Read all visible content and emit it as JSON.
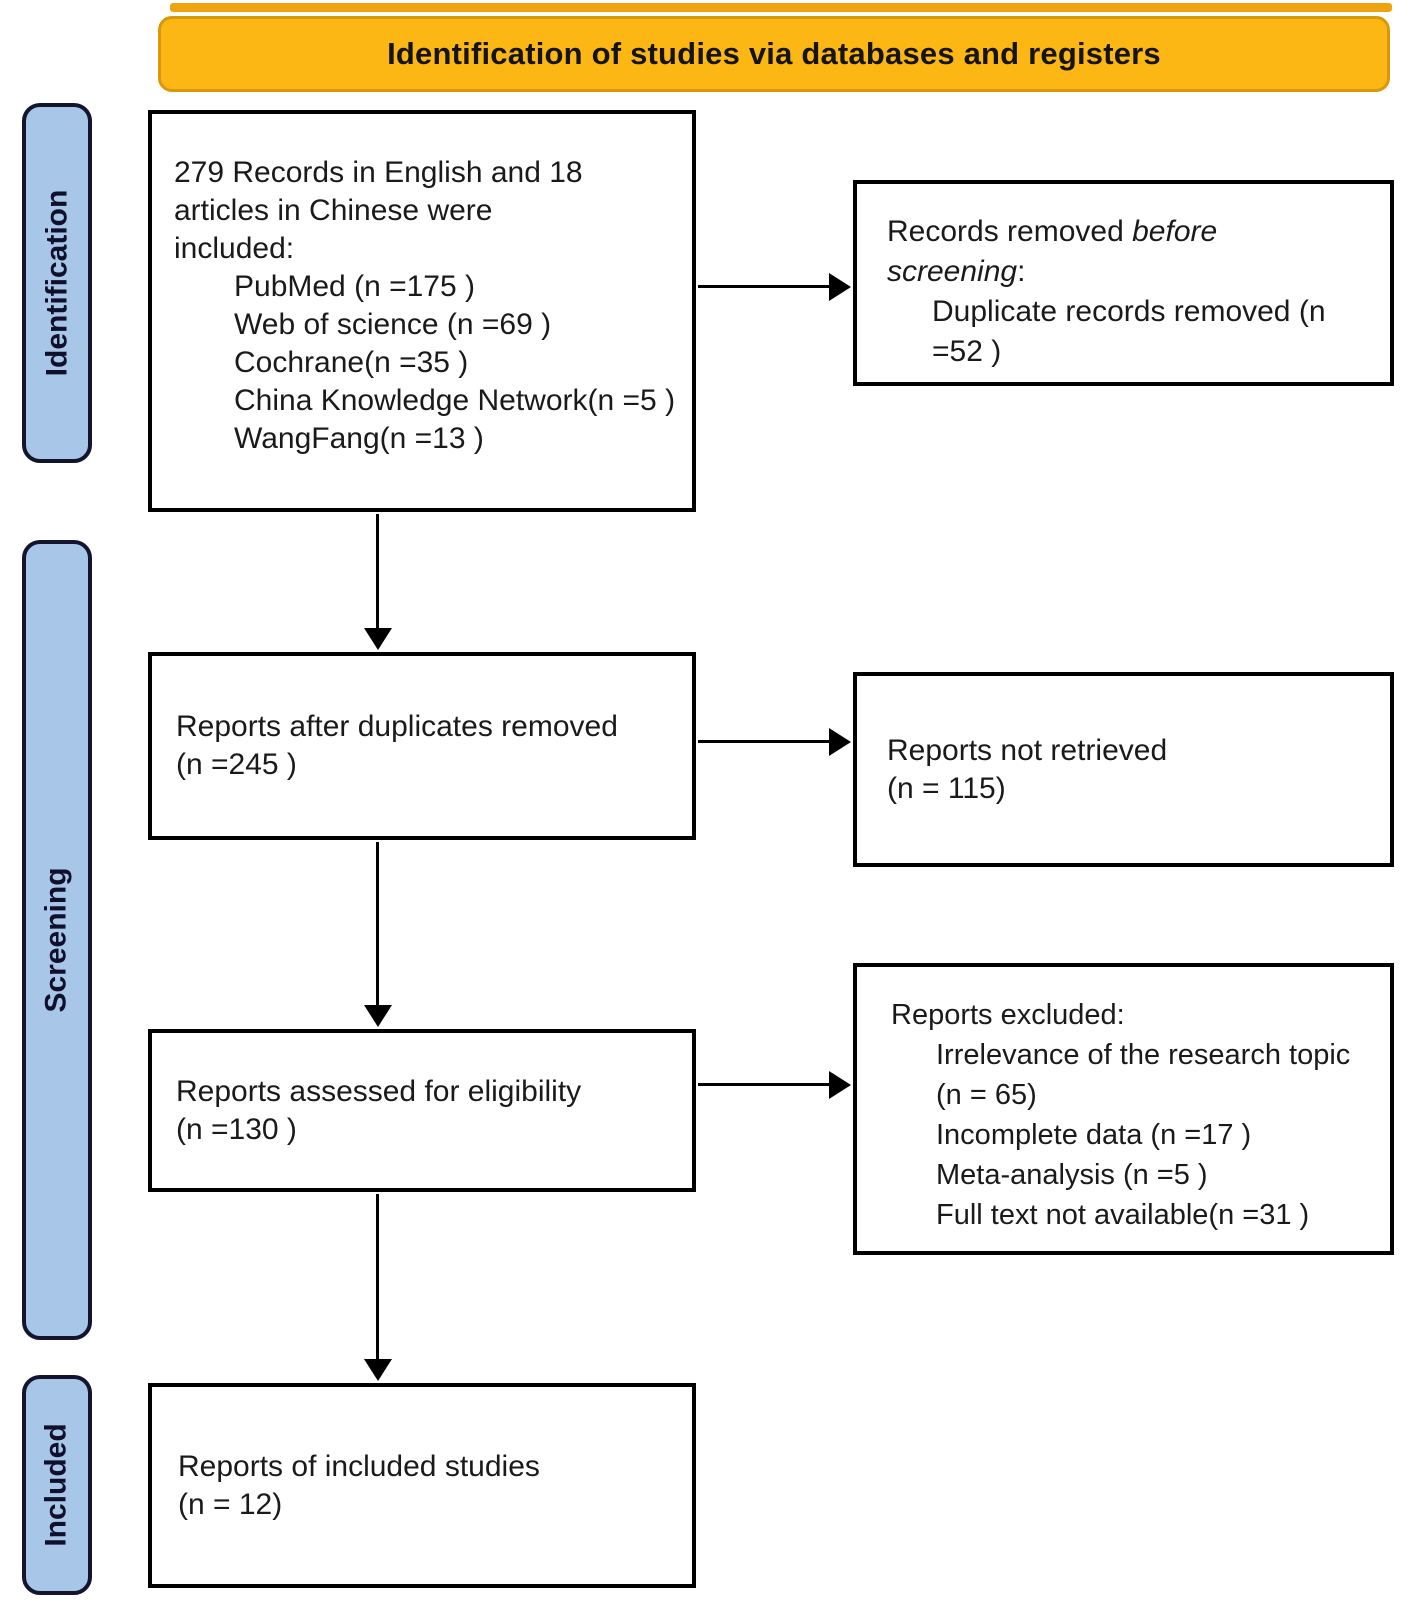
{
  "banner": {
    "title": "Identification of studies via databases and registers"
  },
  "stages": {
    "identification": "Identification",
    "screening": "Screening",
    "included": "Included"
  },
  "boxes": {
    "records_identified": {
      "intro_lines": [
        "279 Records in English and 18",
        "articles in Chinese were",
        "included:"
      ],
      "items": [
        "PubMed (n =175 )",
        "Web of science (n =69 )",
        "Cochrane(n =35 )",
        "China Knowledge Network(n =5 )",
        "WangFang(n =13 )"
      ]
    },
    "records_removed": {
      "line1_prefix": "Records removed ",
      "line1_italic": "before",
      "line2_italic": "screening",
      "line2_suffix": ":",
      "item": "Duplicate records removed (n =52 )"
    },
    "after_duplicates": {
      "line1": "Reports after duplicates removed",
      "line2": "(n =245 )"
    },
    "not_retrieved": {
      "line1": "Reports not retrieved",
      "line2": "(n = 115)"
    },
    "assessed": {
      "line1": "Reports assessed for eligibility",
      "line2": "(n =130 )"
    },
    "excluded": {
      "intro": "Reports excluded:",
      "items": [
        "Irrelevance of the research topic (n = 65)",
        "Incomplete data (n =17 )",
        "Meta-analysis (n =5 )",
        "Full text not available(n =31 )"
      ]
    },
    "included_studies": {
      "line1": "Reports of included studies",
      "line2": "(n = 12)"
    }
  },
  "colors": {
    "banner_fill": "#FDB714",
    "banner_border": "#D9980B",
    "top_strip": "#EFA30D",
    "stage_fill": "#A8C6E8",
    "stage_border": "#14142E",
    "box_border": "#000000",
    "text": "#1A1A1A"
  }
}
